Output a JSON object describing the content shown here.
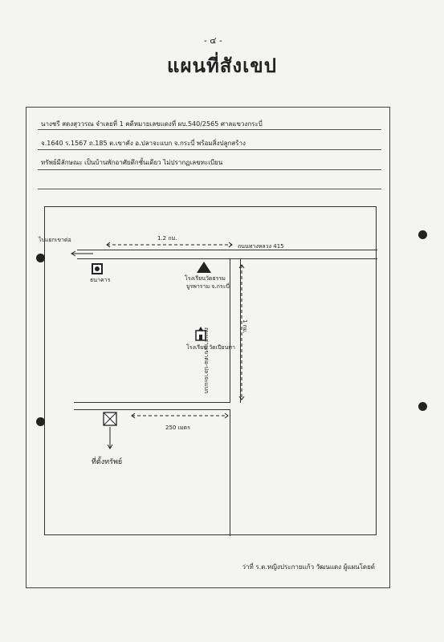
{
  "page_number": "- ๔ -",
  "title": "แผนที่สังเขป",
  "header": {
    "line1": "นางชรี  สดงสุววรณ  จำเลยที่ 1  คดีหมายเลขแดงที่ ผบ.540/2565  ศาลแขวงกระบี่",
    "line2": "จ.1640  ร.1567 ถ.185  ต.เขาคัง  อ.ปลาจะแบก จ.กระบี่  พร้อมสิ่งปลูกสร้าง",
    "line3": "ทรัพย์มีลักษณะ เป็นบ้านพักอาศัยตึกชั้นเดียว  ไม่ปรากฏเลขทะเบียน"
  },
  "map": {
    "to_left_label": "ไปแยกเขาต่อ",
    "distance_top": "1.2 กม.",
    "road_top": "ถนนทางหลวง 415",
    "bank_label": "ธนาคาร",
    "school_label": "โรงเรียนวัดธรรม",
    "school_sub": "บูรพาราม จ.กระบี่",
    "temple_label": "โรงเรียน วัดเปียนทา",
    "side_road_label": "ถนนสายเขาต่อ-ปลาจะแบก",
    "distance_side": "1 กม.",
    "distance_bottom": "250 เมตร",
    "property_label": "ที่ตั้งทรัพย์"
  },
  "signature": "ว่าที่ ร.ต.หญิงประกายแก้ว วัฒนแดง ผู้แผนโดยด์"
}
